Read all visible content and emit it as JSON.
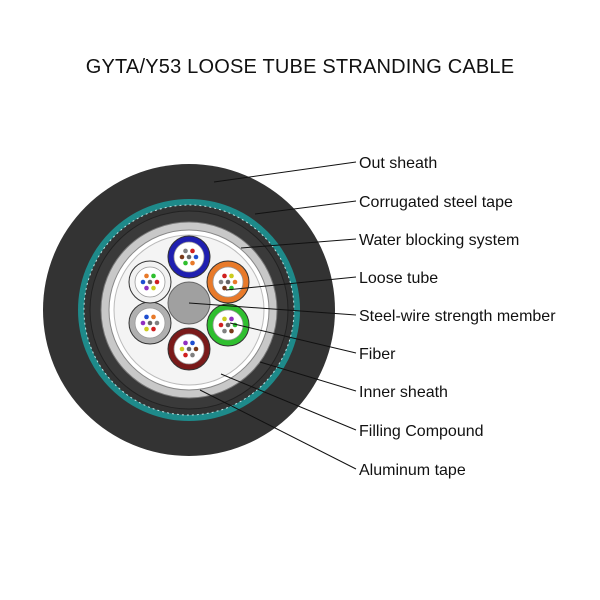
{
  "title": "GYTA/Y53 LOOSE TUBE STRANDING CABLE",
  "labels": [
    "Out sheath",
    "Corrugated steel tape",
    "Water blocking system",
    "Loose tube",
    "Steel-wire strength member",
    "Fiber",
    "Inner sheath",
    "Filling Compound",
    "Aluminum tape"
  ],
  "colors": {
    "outer_sheath": "#333333",
    "steel_tape": "#1e8a8a",
    "tube_blue": "#1f1fb0",
    "tube_orange": "#e87a2a",
    "tube_green": "#2fbf2f",
    "tube_brown": "#7a1a1a",
    "tube_white": "#f2f2f2",
    "tube_gray": "#b0b0b0",
    "strength_member": "#a0a0a0"
  }
}
